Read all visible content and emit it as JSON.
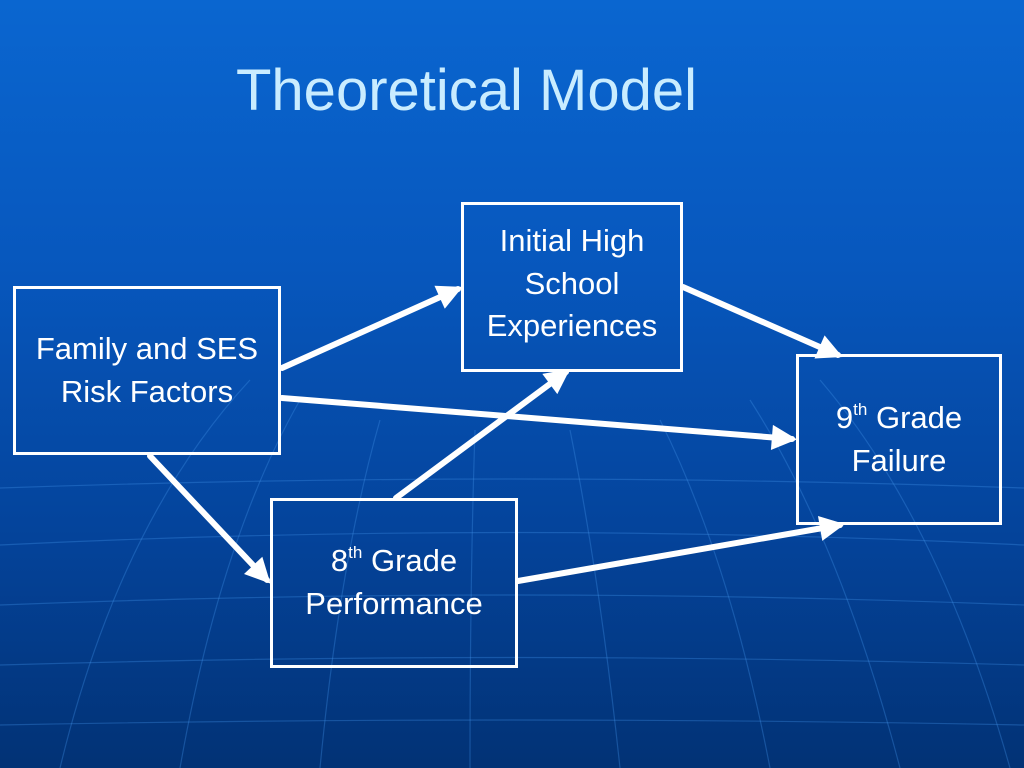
{
  "slide": {
    "title": "Theoretical Model",
    "background_color": "#0757bd",
    "title_color": "#c9ecff",
    "box_border_color": "#ffffff",
    "arrow_color": "#ffffff"
  },
  "diagram": {
    "nodes": {
      "family_ses": {
        "lines": [
          "Family and SES",
          "Risk Factors"
        ]
      },
      "high_school": {
        "lines": [
          "Initial High",
          "School",
          "Experiences"
        ]
      },
      "grade8": {
        "ordinal": "8",
        "suffix": "th",
        "word": "Grade",
        "line2": "Performance"
      },
      "grade9": {
        "ordinal": "9",
        "suffix": "th",
        "word": "Grade",
        "line2": "Failure"
      }
    },
    "edges": [
      {
        "from": "Family and SES Risk Factors",
        "to": "Initial High School Experiences"
      },
      {
        "from": "Family and SES Risk Factors",
        "to": "9th Grade Failure"
      },
      {
        "from": "Family and SES Risk Factors",
        "to": "8th Grade Performance"
      },
      {
        "from": "8th Grade Performance",
        "to": "Initial High School Experiences"
      },
      {
        "from": "8th Grade Performance",
        "to": "9th Grade Failure"
      },
      {
        "from": "Initial High School Experiences",
        "to": "9th Grade Failure"
      }
    ]
  }
}
